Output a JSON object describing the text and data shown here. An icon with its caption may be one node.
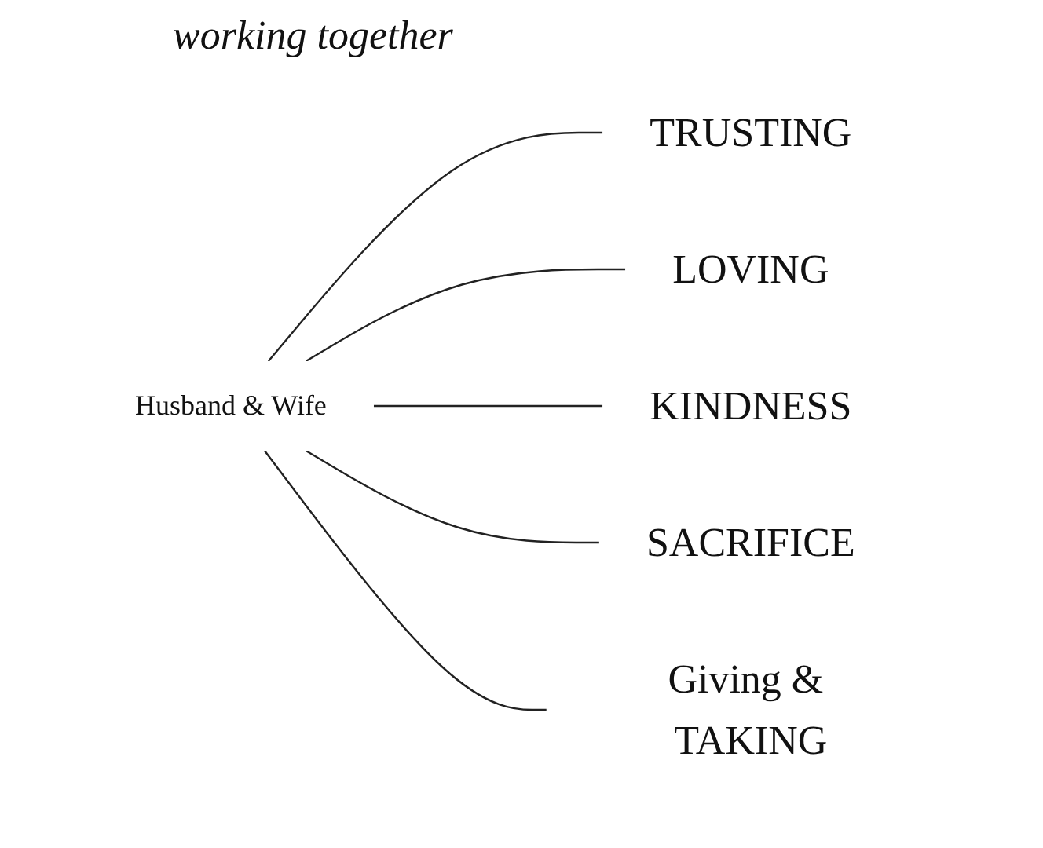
{
  "diagram": {
    "title": "working together",
    "nodes": [
      {
        "text": [
          "Husband & Wife"
        ]
      },
      {
        "text": [
          "TRUSTING"
        ]
      },
      {
        "text": [
          "LOVING"
        ]
      },
      {
        "text": [
          "KINDNESS"
        ]
      },
      {
        "text": [
          "SACRIFICE"
        ]
      },
      {
        "text": [
          "Giving & TAKING"
        ]
      }
    ],
    "edges": [
      {
        "from": 0,
        "to": 1,
        "arrow": "none"
      },
      {
        "from": 0,
        "to": 2,
        "arrow": "none"
      },
      {
        "from": 0,
        "to": 3,
        "arrow": "none"
      },
      {
        "from": 0,
        "to": 4,
        "arrow": "none"
      },
      {
        "from": 0,
        "to": 5,
        "arrow": "none"
      }
    ]
  }
}
